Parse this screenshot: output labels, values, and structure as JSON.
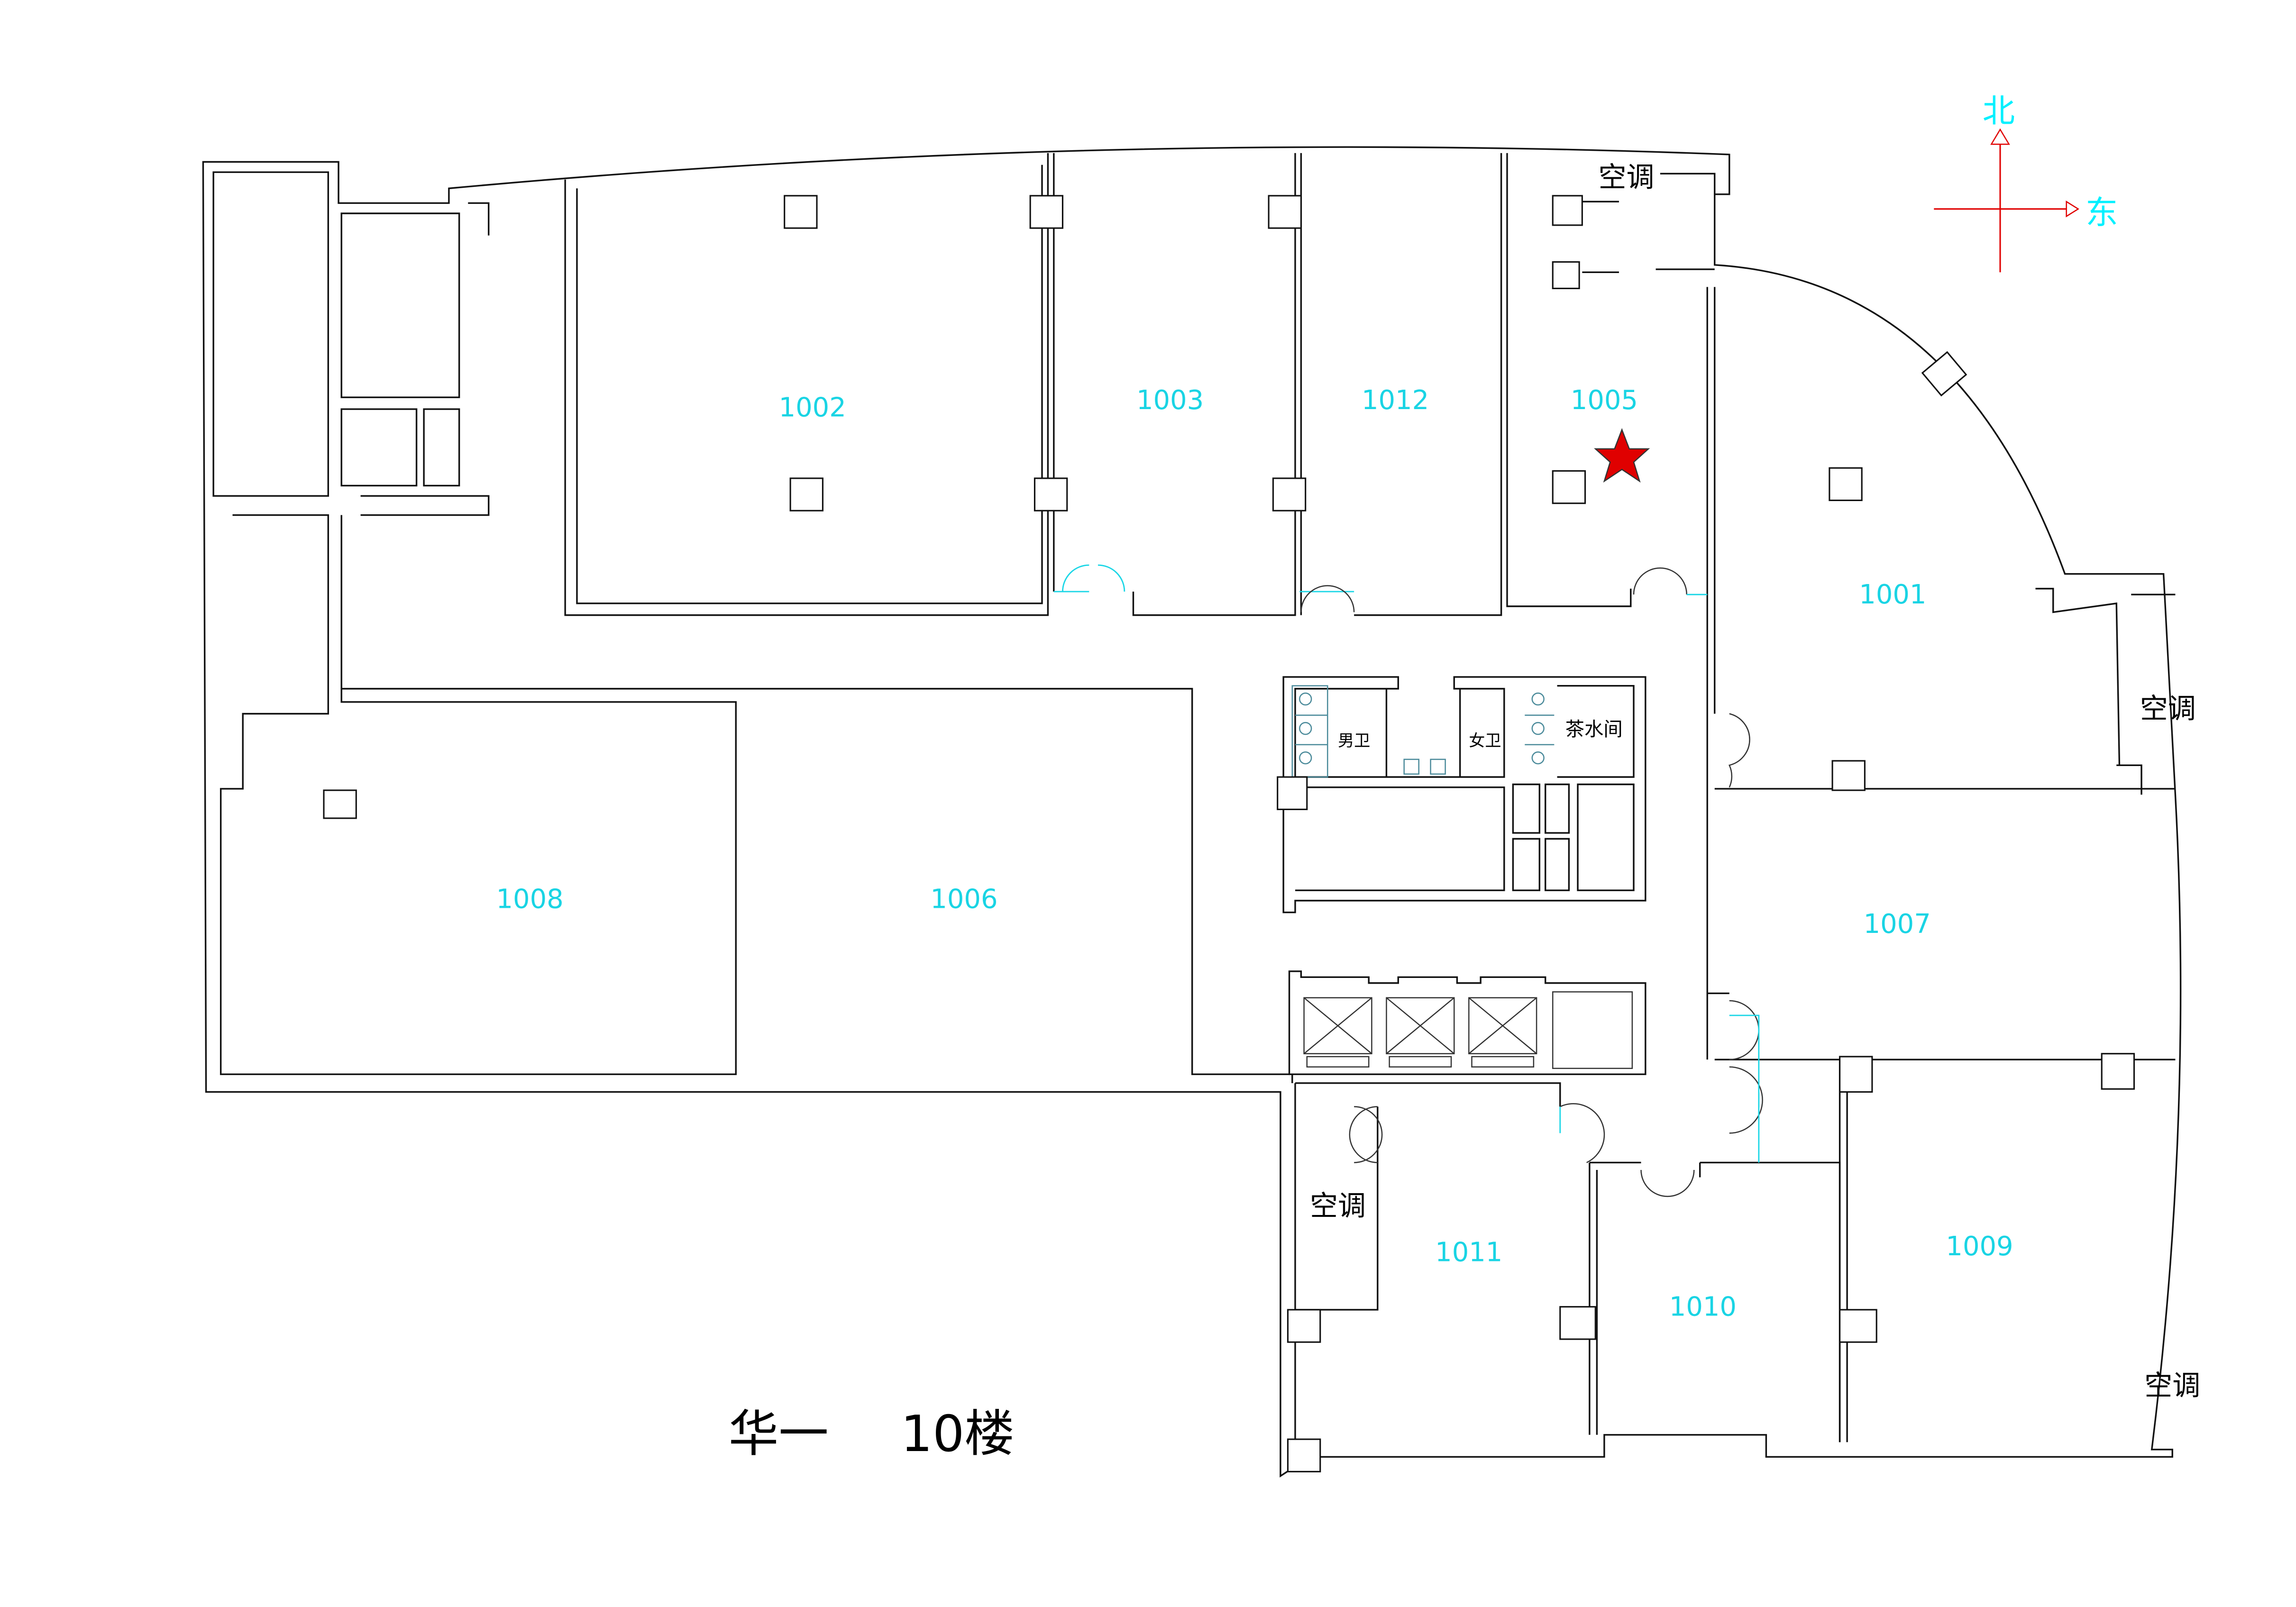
{
  "title": {
    "building": "华一",
    "floor": "10楼"
  },
  "compass": {
    "north": "北",
    "east": "东"
  },
  "rooms": [
    "1002",
    "1003",
    "1012",
    "1005",
    "1001",
    "1008",
    "1006",
    "1007",
    "1011",
    "1010",
    "1009"
  ],
  "ac_label": "空调",
  "facilities": {
    "mens_restroom": "男卫",
    "womens_restroom": "女卫",
    "tea_room": "茶水间"
  },
  "colors": {
    "room_label": "#19d4e4",
    "compass_arrow": "#e00000",
    "marker_star": "#e00000",
    "wall": "#111111"
  }
}
